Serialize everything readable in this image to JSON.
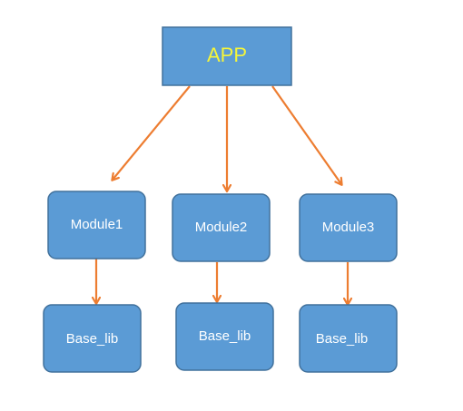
{
  "diagram": {
    "app": {
      "label": "APP"
    },
    "modules": [
      {
        "label": "Module1"
      },
      {
        "label": "Module2"
      },
      {
        "label": "Module3"
      }
    ],
    "base_libs": [
      {
        "label": "Base_lib"
      },
      {
        "label": "Base_lib"
      },
      {
        "label": "Base_lib"
      }
    ]
  },
  "colors": {
    "node_fill": "#5b9bd5",
    "node_border": "#41719c",
    "node_text": "#ffffff",
    "app_text": "#f5f53a",
    "arrow": "#ed7d31"
  }
}
